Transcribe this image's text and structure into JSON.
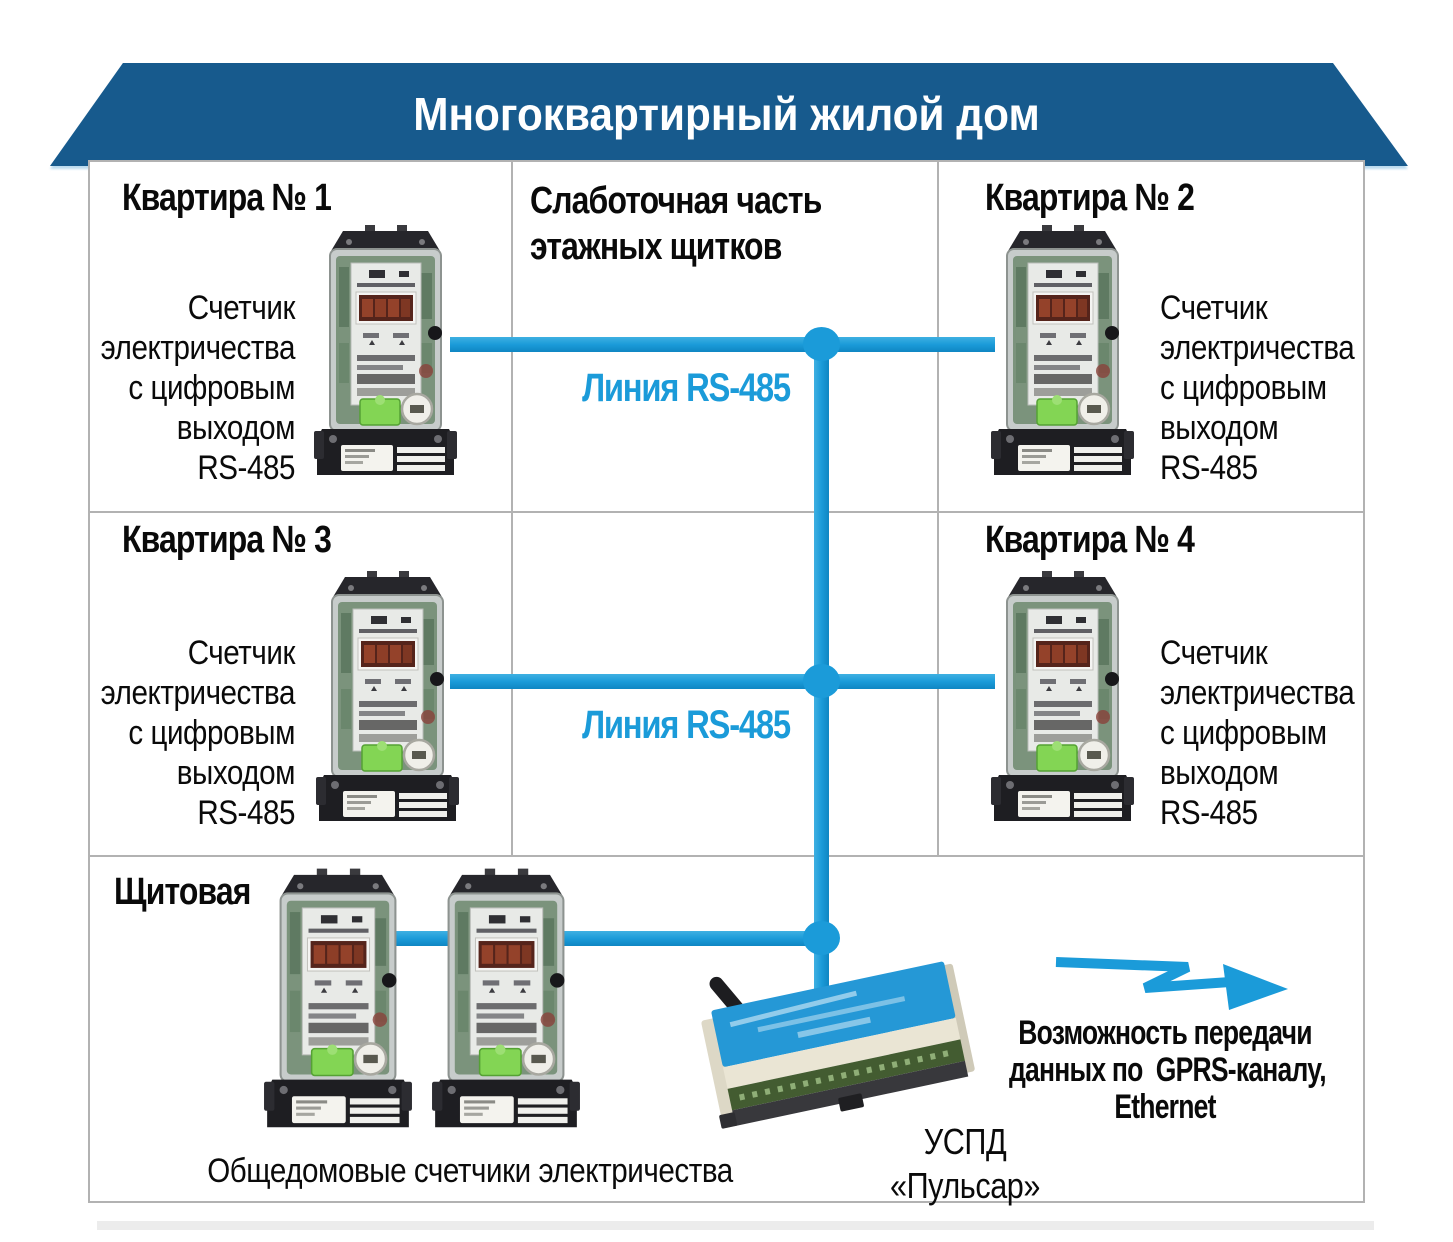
{
  "banner": {
    "title": "Многоквартирный жилой дом"
  },
  "grid": {
    "row1": {
      "apt1_title": "Квартира № 1",
      "center_title_line1": "Слаботочная часть",
      "center_title_line2": "этажных щитков",
      "line_label": "Линия RS-485",
      "apt2_title": "Квартира № 2"
    },
    "row2": {
      "apt3_title": "Квартира № 3",
      "line_label": "Линия RS-485",
      "apt4_title": "Квартира № 4"
    },
    "row3": {
      "title": "Щитовая",
      "caption": "Общедомовые счетчики электричества",
      "uspd_label_line1": "УСПД",
      "uspd_label_line2": "«Пульсар»",
      "gprs_note_line1": "Возможность передачи",
      "gprs_note_line2": "данных по  GPRS-каналу,",
      "gprs_note_line3": "Ethernet"
    }
  },
  "meter_label": [
    "Счетчик",
    "электричества",
    "с цифровым",
    "выходом",
    "RS-485"
  ],
  "icons": {
    "meter": "electricity-meter-photo",
    "uspd_device": "uspd-pulsar-din-module-photo",
    "data_arrow": "zigzag-right-arrow",
    "junction": "rs485-bus-junction-dot"
  },
  "colors": {
    "accent_blue": "#1B9BD9",
    "banner_blue": "#175A8D",
    "grid_gray": "#B2B2B2",
    "text_black": "#0A0A0A"
  }
}
